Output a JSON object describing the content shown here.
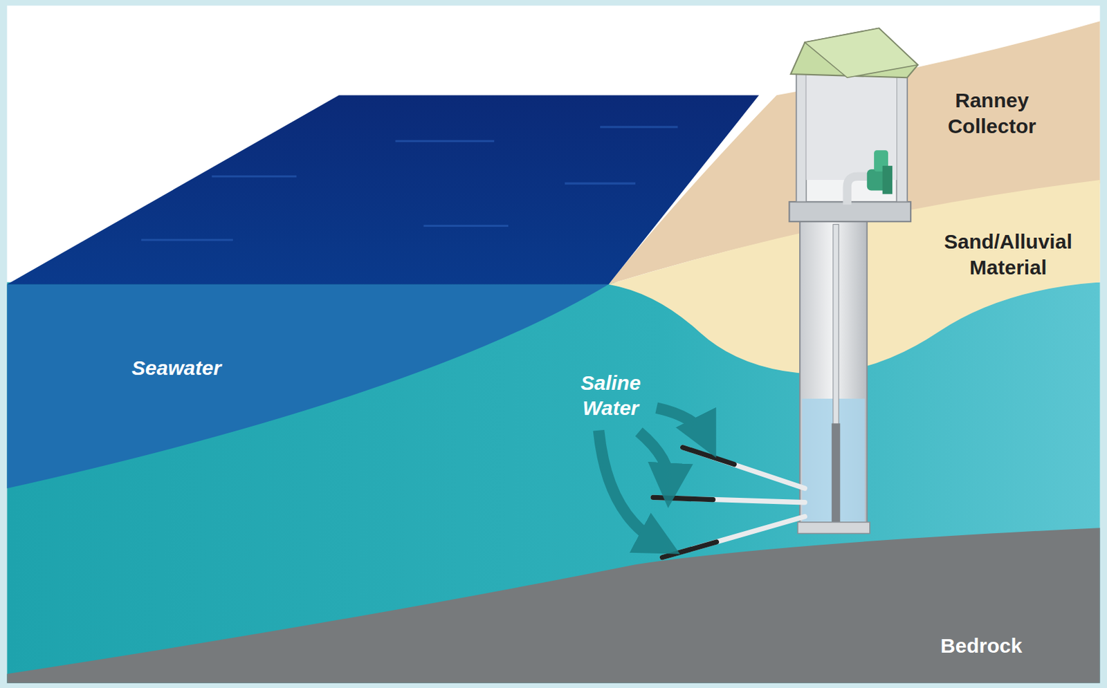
{
  "diagram": {
    "labels": [
      "Ranney Collector",
      "Sand/Alluvial Material",
      "Seawater",
      "Saline Water",
      "Bedrock"
    ]
  }
}
